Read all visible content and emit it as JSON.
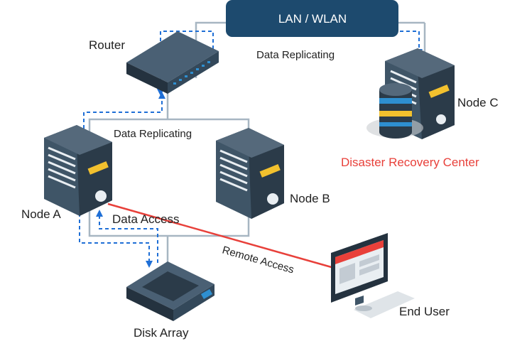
{
  "network": {
    "label": "LAN / WLAN"
  },
  "router": {
    "label": "Router"
  },
  "node_a": {
    "label": "Node A"
  },
  "node_b": {
    "label": "Node B"
  },
  "node_c": {
    "label": "Node C"
  },
  "disaster_recovery": {
    "label": "Disaster Recovery Center"
  },
  "disk_array": {
    "label": "Disk Array"
  },
  "end_user": {
    "label": "End User"
  },
  "links": {
    "data_replicating_top": "Data Replicating",
    "data_replicating_mid": "Data Replicating",
    "data_access": "Data Access",
    "remote_access": "Remote Access"
  },
  "colors": {
    "network_box": "#1d4a6e",
    "connector": "#a7b6c2",
    "dashed_flow": "#1f6fd6",
    "remote_link": "#e8403a",
    "server_body": "#3f5567",
    "server_accent": "#f2c12e"
  }
}
